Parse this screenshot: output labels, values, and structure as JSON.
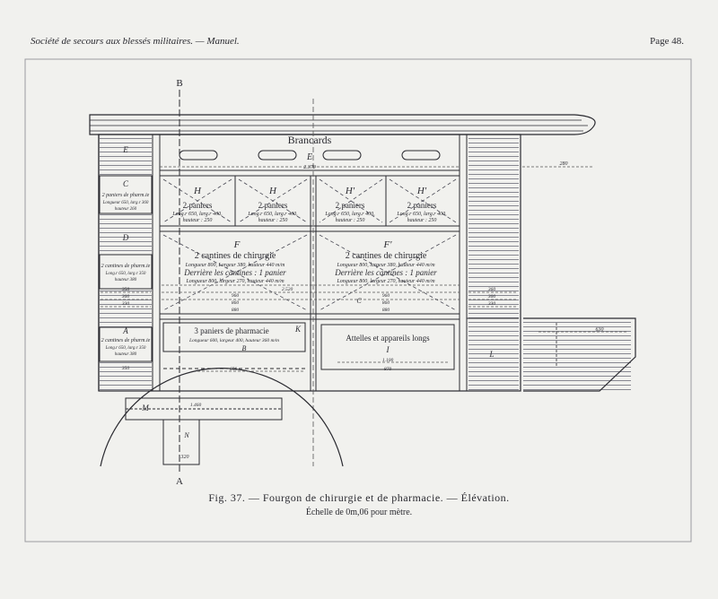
{
  "header": {
    "left": "Société de secours aux blessés militaires. — Manuel.",
    "right": "Page 48."
  },
  "section_markers": {
    "top": "B",
    "bottom": "A"
  },
  "compartments": {
    "brancards": {
      "label": "Brancards",
      "letter": "E",
      "dim": "2.370"
    },
    "C": {
      "letter": "C",
      "line1": "2 paniers de pharm.ie",
      "line2": "Longueur 650, larg.r 360",
      "line3": "hauteur 260"
    },
    "D": {
      "letter": "D",
      "line1": "2 cantines de pharm.ie",
      "line2": "Long.r 650, larg.r 350",
      "line3": "hauteur 380"
    },
    "A": {
      "letter": "A",
      "line1": "2 cantines de pharm.ie",
      "line2": "Long.r 650, larg.r 350",
      "line3": "hauteur 380"
    },
    "H1": {
      "letter": "H",
      "line1": "2 paniers",
      "line2": "Long.r 650, larg.r 400,",
      "line3": "hauteur : 250"
    },
    "H2": {
      "letter": "H",
      "line1": "2 paniers",
      "line2": "Long.r 650, larg.r 400,",
      "line3": "hauteur : 250"
    },
    "H3": {
      "letter": "H'",
      "line1": "2 paniers",
      "line2": "Long.r 650, larg.r 400,",
      "line3": "hauteur : 250"
    },
    "H4": {
      "letter": "H'",
      "line1": "2 paniers",
      "line2": "Long.r 650, larg.r 400,",
      "line3": "hauteur : 250"
    },
    "F": {
      "letter": "F",
      "line1": "2 cantines de chirurgie",
      "line2": "Longueur 800, Largeur 380, hauteur 440 m/m",
      "line3": "Derrière les cantines : 1 panier",
      "line4": "Longueur 800, largeur 270, hauteur 440 m/m"
    },
    "F2": {
      "letter": "F'",
      "line1": "2 cantines de chirurgie",
      "line2": "Longueur 800, largeur 380, hauteur 440 m/m",
      "line3": "Derrière les cantines : 1 panier",
      "line4": "Longueur 800, largeur 270, hauteur 440 m/m"
    },
    "K": {
      "letter": "K",
      "line1": "3 paniers de pharmacie",
      "line2": "Longueur 600, largeur 400, hauteur 360 m/m",
      "letter_b": "B"
    },
    "attelles": {
      "line1": "Attelles et appareils longs",
      "letter": "I",
      "dim1": "1.100",
      "dim2": "870"
    },
    "L": {
      "letter": "L"
    },
    "M": {
      "letter": "M",
      "dim": "1.460"
    },
    "N": {
      "letter": "N",
      "dim": "320"
    }
  },
  "dimensions": {
    "d_280": "280",
    "d_630": "630",
    "d_960a": "960",
    "d_960b": "960",
    "d_860a": "860",
    "d_860b": "860",
    "d_880a": "880",
    "d_880b": "880",
    "d_350l": "350",
    "d_300l": "300",
    "d_330l": "330",
    "d_360r": "360",
    "d_300r": "300",
    "d_330r": "330",
    "d_350b": "350",
    "d_650": "650",
    "d_C": "C",
    "d_2520": "2.520"
  },
  "caption": {
    "title": "Fig. 37. — Fourgon de chirurgie et de pharmacie. — Élévation.",
    "scale": "Échelle de 0m,06 pour mètre."
  },
  "colors": {
    "paper": "#f1f1ee",
    "ink": "#2a2a30"
  }
}
